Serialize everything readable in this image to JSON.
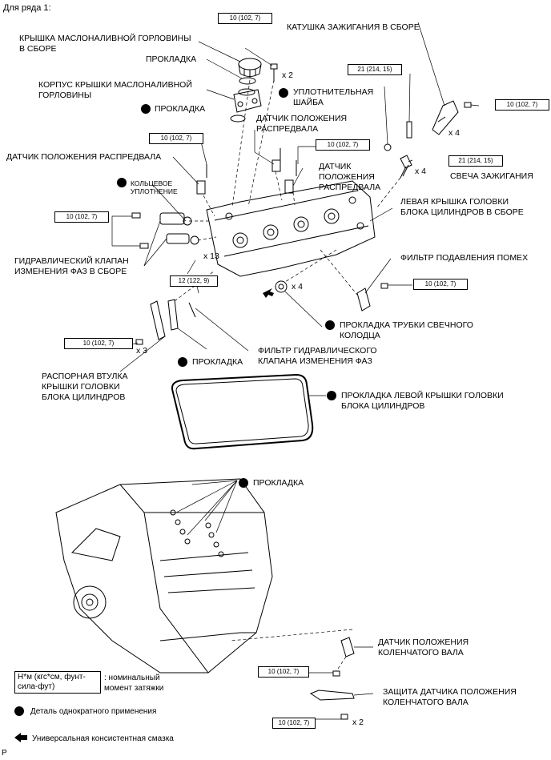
{
  "header": "Для ряда 1:",
  "labels": {
    "oil_cap": "КРЫШКА МАСЛОНАЛИВНОЙ ГОРЛОВИНЫ\nВ СБОРЕ",
    "gasket_top": "ПРОКЛАДКА",
    "oil_housing": "КОРПУС КРЫШКИ МАСЛОНАЛИВНОЙ\nГОРЛОВИНЫ",
    "gasket_housing": "ПРОКЛАДКА",
    "cam_sensor_left": "ДАТЧИК ПОЛОЖЕНИЯ РАСПРЕДВАЛА",
    "oring": "КОЛЬЦЕВОЕ\nУПЛОТНЕНИЕ",
    "vvt_valve": "ГИДРАВЛИЧЕСКИЙ КЛАПАН\nИЗМЕНЕНИЯ ФАЗ В СБОРЕ",
    "ignition_coil": "КАТУШКА ЗАЖИГАНИЯ В СБОРЕ",
    "seal_washer": "УПЛОТНИТЕЛЬНАЯ\nШАЙБА",
    "cam_sensor_mid": "ДАТЧИК ПОЛОЖЕНИЯ\nРАСПРЕДВАЛА",
    "cam_sensor_right": "ДАТЧИК\nПОЛОЖЕНИЯ\nРАСПРЕДВАЛА",
    "spark_plug": "СВЕЧА ЗАЖИГАНИЯ",
    "left_cover": "ЛЕВАЯ КРЫШКА ГОЛОВКИ\nБЛОКА ЦИЛИНДРОВ В СБОРЕ",
    "noise_filter": "ФИЛЬТР ПОДАВЛЕНИЯ ПОМЕХ",
    "tube_gasket": "ПРОКЛАДКА ТРУБКИ СВЕЧНОГО\nКОЛОДЦА",
    "spacer": "РАСПОРНАЯ ВТУЛКА\nКРЫШКИ ГОЛОВКИ\nБЛОКА ЦИЛИНДРОВ",
    "gasket_lower": "ПРОКЛАДКА",
    "vvt_filter": "ФИЛЬТР ГИДРАВЛИЧЕСКОГО\nКЛАПАНА ИЗМЕНЕНИЯ ФАЗ",
    "cover_gasket": "ПРОКЛАДКА ЛЕВОЙ КРЫШКИ ГОЛОВКИ\nБЛОКА ЦИЛИНДРОВ",
    "gasket_engine": "ПРОКЛАДКА",
    "crank_sensor": "ДАТЧИК ПОЛОЖЕНИЯ\nКОЛЕНЧАТОГО ВАЛА",
    "crank_guard": "ЗАЩИТА ДАТЧИКА ПОЛОЖЕНИЯ\nКОЛЕНЧАТОГО ВАЛА"
  },
  "torques": {
    "t1": "10 (102, 7)",
    "t2": "21 (214, 15)",
    "t3": "10 (102, 7)",
    "t4": "10 (102, 7)",
    "t5": "21 (214, 15)",
    "t6": "10 (102, 7)",
    "t7": "10 (102, 7)",
    "t8": "10 (102, 7)",
    "t9": "12 (122, 9)",
    "t10": "10 (102, 7)",
    "t11": "10 (102, 7)",
    "t12": "10 (102, 7)"
  },
  "quantities": {
    "q_x2_top": "x 2",
    "q_x4_coil": "x 4",
    "q_x4_plug": "x 4",
    "q_x13": "x 13",
    "q_x4_tube": "x 4",
    "q_x3": "x 3",
    "q_x2_bottom": "x 2"
  },
  "legend": {
    "torque_unit": "Н*м (кгс*см, фунт-\nсила-фут)",
    "torque_desc": ": номинальный\nмомент затяжки",
    "one_time": "Деталь однократного применения",
    "grease": "Универсальная консистентная смазка"
  },
  "corner_mark": "P"
}
